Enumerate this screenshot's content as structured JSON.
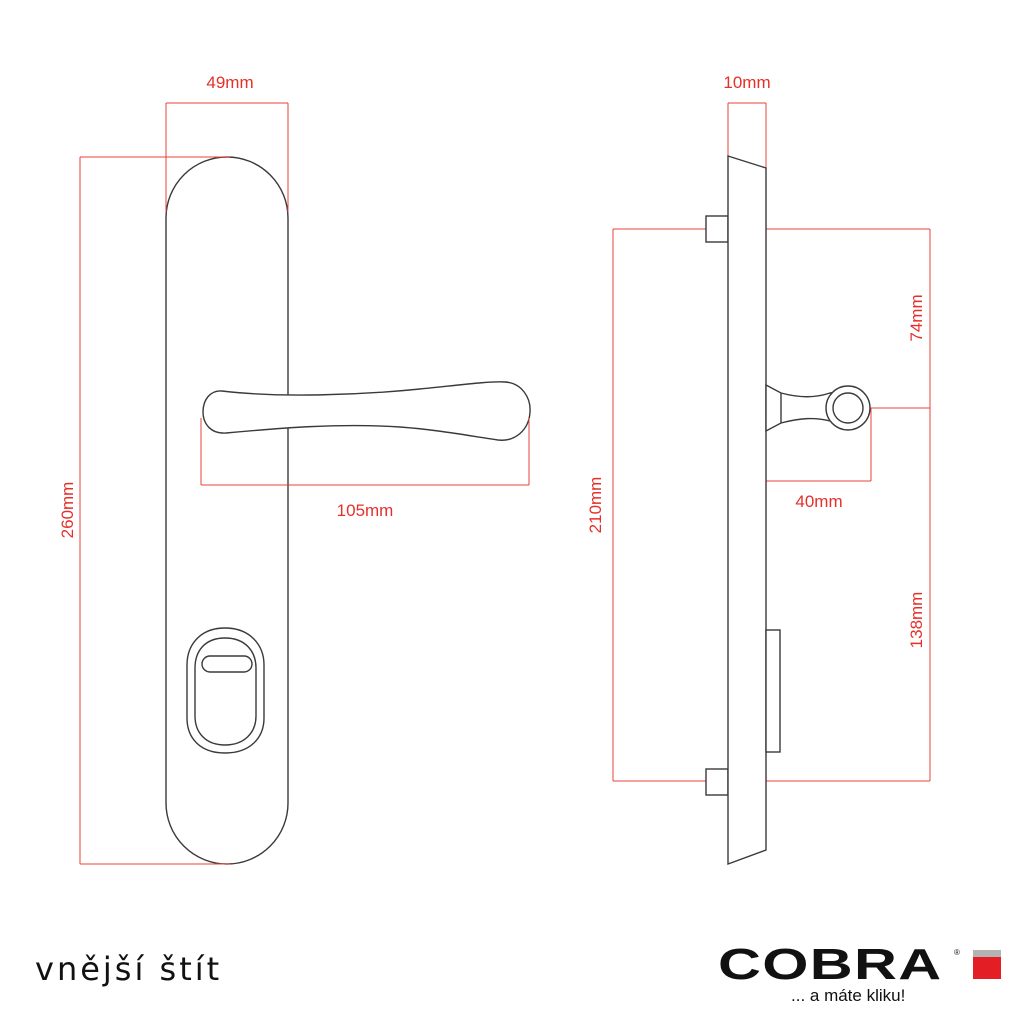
{
  "front_view": {
    "width_label": "49mm",
    "height_label": "260mm",
    "handle_length_label": "105mm"
  },
  "side_view": {
    "thickness_label": "10mm",
    "screw_spacing_label": "210mm",
    "upper_label": "74mm",
    "lower_label": "138mm",
    "handle_projection_label": "40mm"
  },
  "caption": "vnější štít",
  "logo": {
    "brand": "COBRA",
    "registered": "®",
    "tagline": "... a máte kliku!",
    "colors": {
      "red": "#e31e24",
      "gray": "#b3b3b3"
    }
  },
  "colors": {
    "dimension": "#e8413a",
    "outline": "#3a3a3a"
  }
}
